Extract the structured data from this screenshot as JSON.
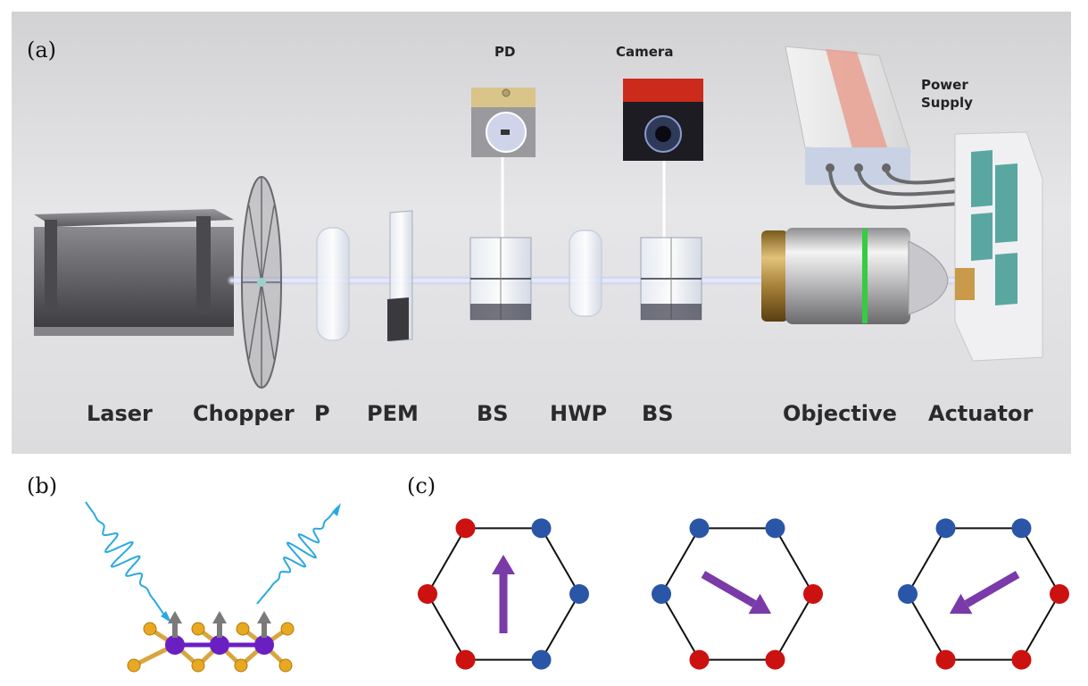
{
  "panels": {
    "a": "(a)",
    "b": "(b)",
    "c": "(c)"
  },
  "components": {
    "laser": "Laser",
    "chopper": "Chopper",
    "polarizer": "P",
    "pem": "PEM",
    "bs1": "BS",
    "hwp": "HWP",
    "bs2": "BS",
    "objective": "Objective",
    "actuator": "Actuator",
    "pd": "PD",
    "camera": "Camera",
    "power_supply_line1": "Power",
    "power_supply_line2": "Supply"
  },
  "colors": {
    "beam": "#e8ecff",
    "wave": "#2aa9e0",
    "atom_purple": "#6a1fc2",
    "atom_orange": "#e0a020",
    "red_site": "#cc1111",
    "blue_site": "#2a56a8",
    "arrow": "#7a3aa8",
    "camera_top": "#cc2a1a",
    "pd_top": "#d9c48a",
    "ps_stripe": "#e8a090",
    "actuator_pad": "#5aa7a2"
  },
  "hexagons": [
    {
      "name": "hexagon-1",
      "sites": [
        "red",
        "blue",
        "blue",
        "blue",
        "red",
        "red"
      ],
      "arrow_angle_deg": 90
    },
    {
      "name": "hexagon-2",
      "sites": [
        "blue",
        "blue",
        "red",
        "red",
        "red",
        "blue"
      ],
      "arrow_angle_deg": -30
    },
    {
      "name": "hexagon-3",
      "sites": [
        "blue",
        "blue",
        "red",
        "red",
        "red",
        "blue"
      ],
      "arrow_angle_deg": 210
    }
  ]
}
